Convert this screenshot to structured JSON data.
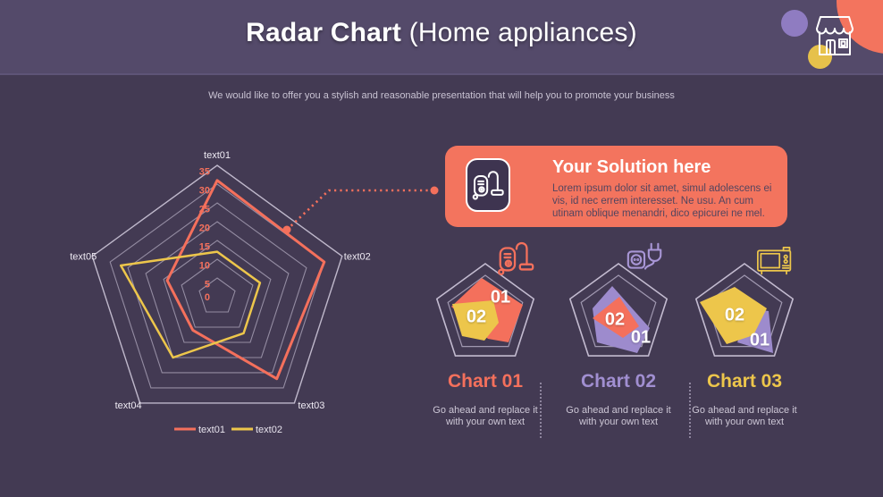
{
  "header": {
    "title_bold": "Radar Chart",
    "title_regular": " (Home appliances)"
  },
  "subtitle": "We would like to offer you a stylish and reasonable presentation that will help you to promote your business",
  "chart_data": {
    "type": "radar",
    "categories": [
      "text01",
      "text02",
      "text03",
      "text04",
      "text05"
    ],
    "axis_ticks": [
      0,
      5,
      10,
      15,
      20,
      25,
      30,
      35
    ],
    "axis_max": 35,
    "grid": "concentric pentagon rings, no radial spokes",
    "legend_position": "bottom",
    "series": [
      {
        "name": "text01",
        "color": "#F4705C",
        "values": [
          31,
          30,
          27,
          11,
          14
        ]
      },
      {
        "name": "text02",
        "color": "#EDC64B",
        "values": [
          12,
          12,
          12,
          20,
          27
        ]
      }
    ]
  },
  "solution_card": {
    "title": "Your Solution here",
    "body": "Lorem ipsum dolor sit amet, simul adolescens ei vis, id nec errem interesset. Ne usu. An cum utinam oblique menandri, dico epicurei ne mel.",
    "icon": "vacuum-icon"
  },
  "mini_charts": [
    {
      "title": "Chart 01",
      "title_color": "#F4705C",
      "icon": "vacuum-icon",
      "label_back": "01",
      "label_front": "02",
      "description": "Go ahead and replace it with your own text"
    },
    {
      "title": "Chart 02",
      "title_color": "#A18FD1",
      "icon": "plug-icon",
      "label_back": "01",
      "label_front": "02",
      "description": "Go ahead and replace it with your own text"
    },
    {
      "title": "Chart 03",
      "title_color": "#EDC64B",
      "icon": "microwave-icon",
      "label_back": "01",
      "label_front": "02",
      "description": "Go ahead and replace it with your own text"
    }
  ],
  "colors": {
    "slide-bg": "#433A53",
    "header-bg": "#544A6A",
    "coral": "#F4705C",
    "yellow": "#EDC64B",
    "lavender": "#9D8BCD",
    "card-bg": "#F3745E",
    "icon-box-bg": "#3E3450",
    "grid-line": "#A9A1B7",
    "text-light": "#CDC7D6",
    "card-text": "#53455F"
  }
}
